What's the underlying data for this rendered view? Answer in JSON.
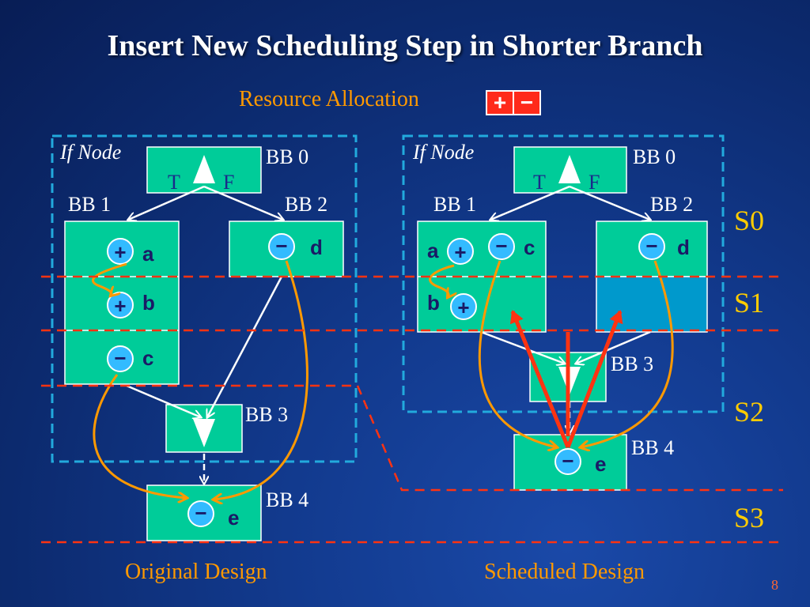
{
  "title": "Insert New Scheduling Step in Shorter Branch",
  "resource_allocation": {
    "label": "Resource Allocation",
    "plus": "+",
    "minus": "−"
  },
  "left": {
    "if_node": "If Node",
    "bb0": "BB 0",
    "bb1": "BB 1",
    "bb2": "BB 2",
    "bb3": "BB 3",
    "bb4": "BB 4",
    "t": "T",
    "f": "F",
    "ops": {
      "a": "a",
      "b": "b",
      "c": "c",
      "d": "d",
      "e": "e"
    },
    "caption": "Original Design"
  },
  "right": {
    "if_node": "If Node",
    "bb0": "BB 0",
    "bb1": "BB 1",
    "bb2": "BB 2",
    "bb3": "BB 3",
    "bb4": "BB 4",
    "t": "T",
    "f": "F",
    "ops": {
      "a": "a",
      "b": "b",
      "c": "c",
      "d": "d",
      "e": "e"
    },
    "caption": "Scheduled Design"
  },
  "states": [
    "S0",
    "S1",
    "S2",
    "S3"
  ],
  "symbols": {
    "plus": "+",
    "minus": "−"
  },
  "page_number": "8",
  "colors": {
    "background": "#0c2a6e",
    "block": "#00cc99",
    "inserted_block": "#0099cc",
    "accent_orange": "#ff9900",
    "state_yellow": "#ffcc00",
    "divider_red": "#ff3311",
    "region_cyan": "#22aadd"
  }
}
